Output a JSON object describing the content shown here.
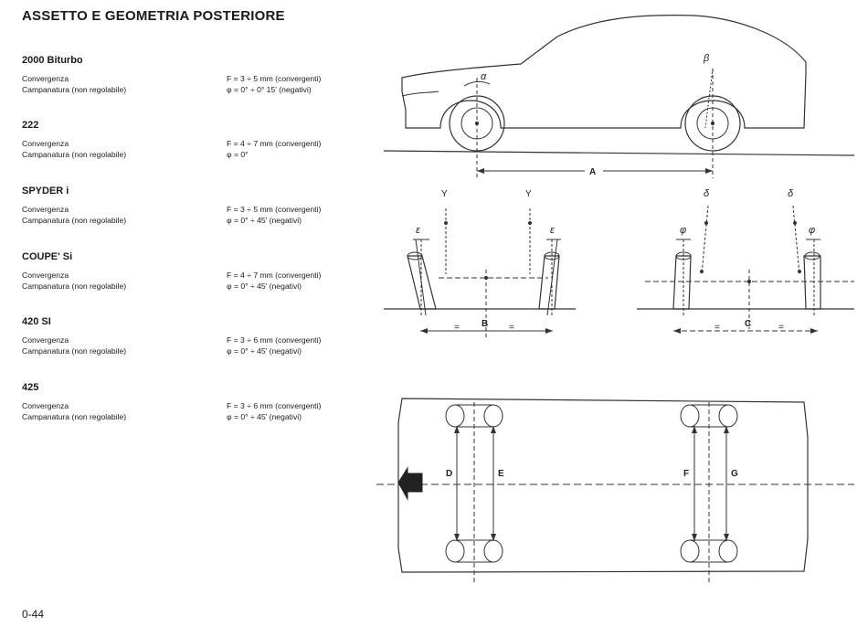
{
  "page": {
    "title": "ASSETTO E GEOMETRIA POSTERIORE",
    "page_number": "0-44"
  },
  "sections": [
    {
      "model": "2000 Biturbo",
      "rows": [
        {
          "label": "Convergenza",
          "value": "F  =  3 ÷ 5 mm (convergenti)"
        },
        {
          "label": "Campanatura (non regolabile)",
          "value": "φ  =  0° ÷ 0° 15' (negativi)"
        }
      ]
    },
    {
      "model": "222",
      "rows": [
        {
          "label": "Convergenza",
          "value": "F  =  4 ÷ 7 mm (convergenti)"
        },
        {
          "label": "Campanatura (non regolabile)",
          "value": "φ  =  0°"
        }
      ]
    },
    {
      "model": "SPYDER i",
      "rows": [
        {
          "label": "Convergenza",
          "value": "F  =  3 ÷ 5 mm (convergenti)"
        },
        {
          "label": "Campanatura (non regolabile)",
          "value": "φ  =  0° ÷ 45' (negativi)"
        }
      ]
    },
    {
      "model": "COUPE' Si",
      "rows": [
        {
          "label": "Convergenza",
          "value": "F  =  4 ÷ 7 mm (convergenti)"
        },
        {
          "label": "Campanatura (non regolabile)",
          "value": "φ  =  0° ÷ 45' (negativi)"
        }
      ]
    },
    {
      "model": "420 SI",
      "rows": [
        {
          "label": "Convergenza",
          "value": "F  =  3 ÷ 6 mm (convergenti)"
        },
        {
          "label": "Campanatura (non regolabile)",
          "value": "φ  =  0° ÷ 45' (negativi)"
        }
      ]
    },
    {
      "model": "425",
      "rows": [
        {
          "label": "Convergenza",
          "value": "F  =  3 ÷ 6 mm (convergenti)"
        },
        {
          "label": "Campanatura (non regolabile)",
          "value": "φ  =  0° ÷ 45' (negativi)"
        }
      ]
    }
  ],
  "diagram_labels": {
    "alpha": "α",
    "beta": "β",
    "A": "A",
    "Y": "Y",
    "delta": "δ",
    "epsilon": "ε",
    "phi": "φ",
    "B": "B",
    "C": "C",
    "equal": "=",
    "D": "D",
    "E": "E",
    "F": "F",
    "G": "G"
  }
}
